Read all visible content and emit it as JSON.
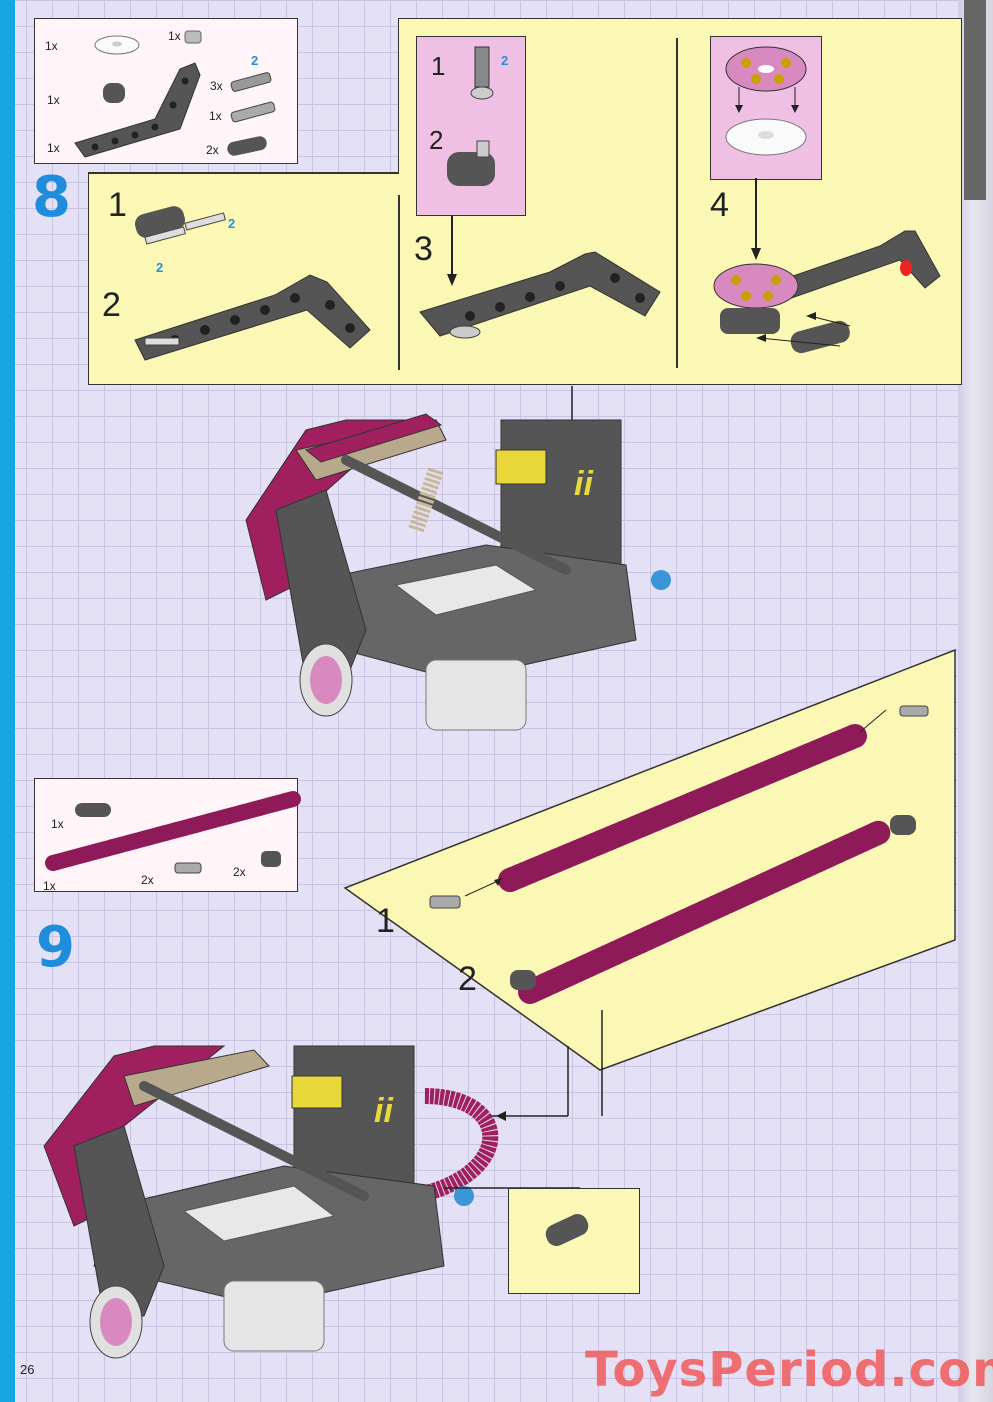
{
  "page": {
    "number": "26",
    "watermark": "ToysPeriod.com",
    "colors": {
      "spine": "#17a5e3",
      "background": "#e4e1f6",
      "grid": "#c9c4e2",
      "panel_yellow": "#fbf7b4",
      "panel_pink": "#efbfe4",
      "step_number": "#1f8ddc",
      "brick_dark": "#555555",
      "brick_magenta": "#a0205f",
      "watermark": "#f05a5a"
    }
  },
  "step8": {
    "number": "8",
    "parts_list": [
      {
        "qty": "1x",
        "part": "white-round-plate"
      },
      {
        "qty": "1x",
        "part": "grey-bush"
      },
      {
        "qty": "1x",
        "part": "bent-liftarm"
      },
      {
        "qty": "3x",
        "part": "friction-pin",
        "callout": "2"
      },
      {
        "qty": "1x",
        "part": "axle-pin"
      },
      {
        "qty": "1x",
        "part": "axle-joiner"
      },
      {
        "qty": "2x",
        "part": "liftarm-3"
      }
    ],
    "substeps": [
      {
        "label": "1",
        "callouts": [
          "2",
          "2"
        ]
      },
      {
        "label": "2"
      },
      {
        "label": "3",
        "inset": [
          {
            "label": "1",
            "callout": "2"
          },
          {
            "label": "2"
          }
        ]
      },
      {
        "label": "4"
      }
    ]
  },
  "step9": {
    "number": "9",
    "parts_list": [
      {
        "qty": "1x",
        "part": "liftarm-2"
      },
      {
        "qty": "1x",
        "part": "magenta-flex-tube"
      },
      {
        "qty": "2x",
        "part": "axle-pin"
      },
      {
        "qty": "2x",
        "part": "axle-joiner"
      }
    ],
    "substeps": [
      {
        "label": "1"
      },
      {
        "label": "2"
      }
    ]
  }
}
